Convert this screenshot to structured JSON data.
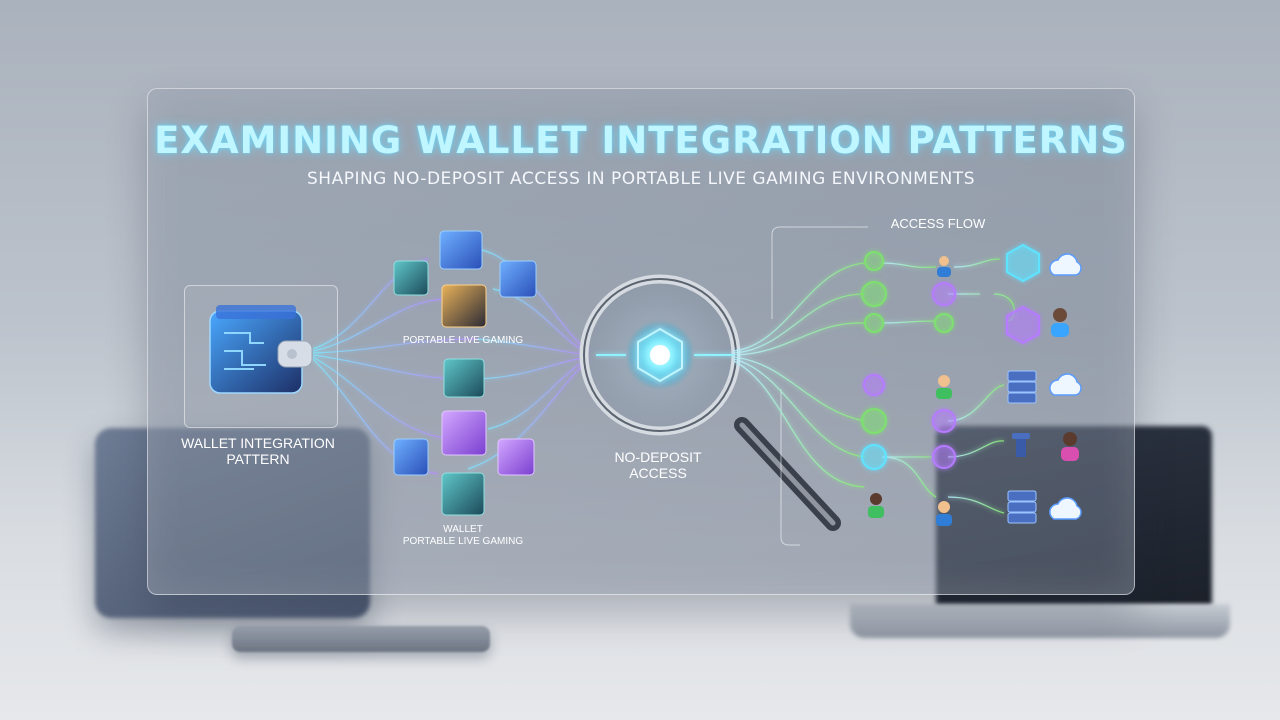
{
  "title": "EXAMINING WALLET INTEGRATION PATTERNS",
  "subtitle": "SHAPING NO-DEPOSIT ACCESS IN PORTABLE LIVE GAMING ENVIRONMENTS",
  "labels": {
    "wallet_integration": "WALLET INTEGRATION\nPATTERN",
    "portable_live_gaming": "PORTABLE LIVE GAMING",
    "wallet_portable": "WALLET\nPORTABLE LIVE GAMING",
    "no_deposit": "NO-DEPOSIT\nACCESS",
    "access_flow": "ACCESS FLOW"
  },
  "icons": {
    "wallet": "wallet-icon",
    "cubes": "game-cube-icon",
    "magnifier": "magnifier-icon",
    "hub": "hub-icon",
    "shield": "shield-icon",
    "user": "user-icon",
    "cloud": "cloud-upload-icon",
    "server": "server-icon"
  },
  "colors": {
    "title_glow": "#bff6ff",
    "cyan": "#5fe3ff",
    "purple": "#b57bff",
    "green": "#7ee06f",
    "blue": "#4a8cff"
  }
}
